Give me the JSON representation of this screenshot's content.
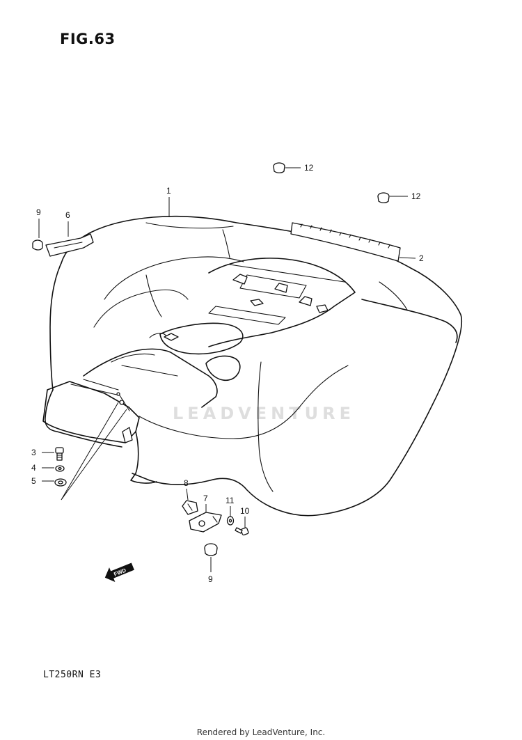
{
  "figure": {
    "title": "FIG.63"
  },
  "model": "LT250RN  E3",
  "footer": "Rendered by LeadVenture, Inc.",
  "watermark": "LEADVENTURE",
  "callouts": {
    "c1": "1",
    "c2": "2",
    "c3": "3",
    "c4": "4",
    "c5": "5",
    "c6": "6",
    "c7": "7",
    "c8": "8",
    "c9a": "9",
    "c9b": "9",
    "c10": "10",
    "c11": "11",
    "c12a": "12",
    "c12b": "12"
  },
  "fwd_arrow": {
    "label": "FWD"
  }
}
